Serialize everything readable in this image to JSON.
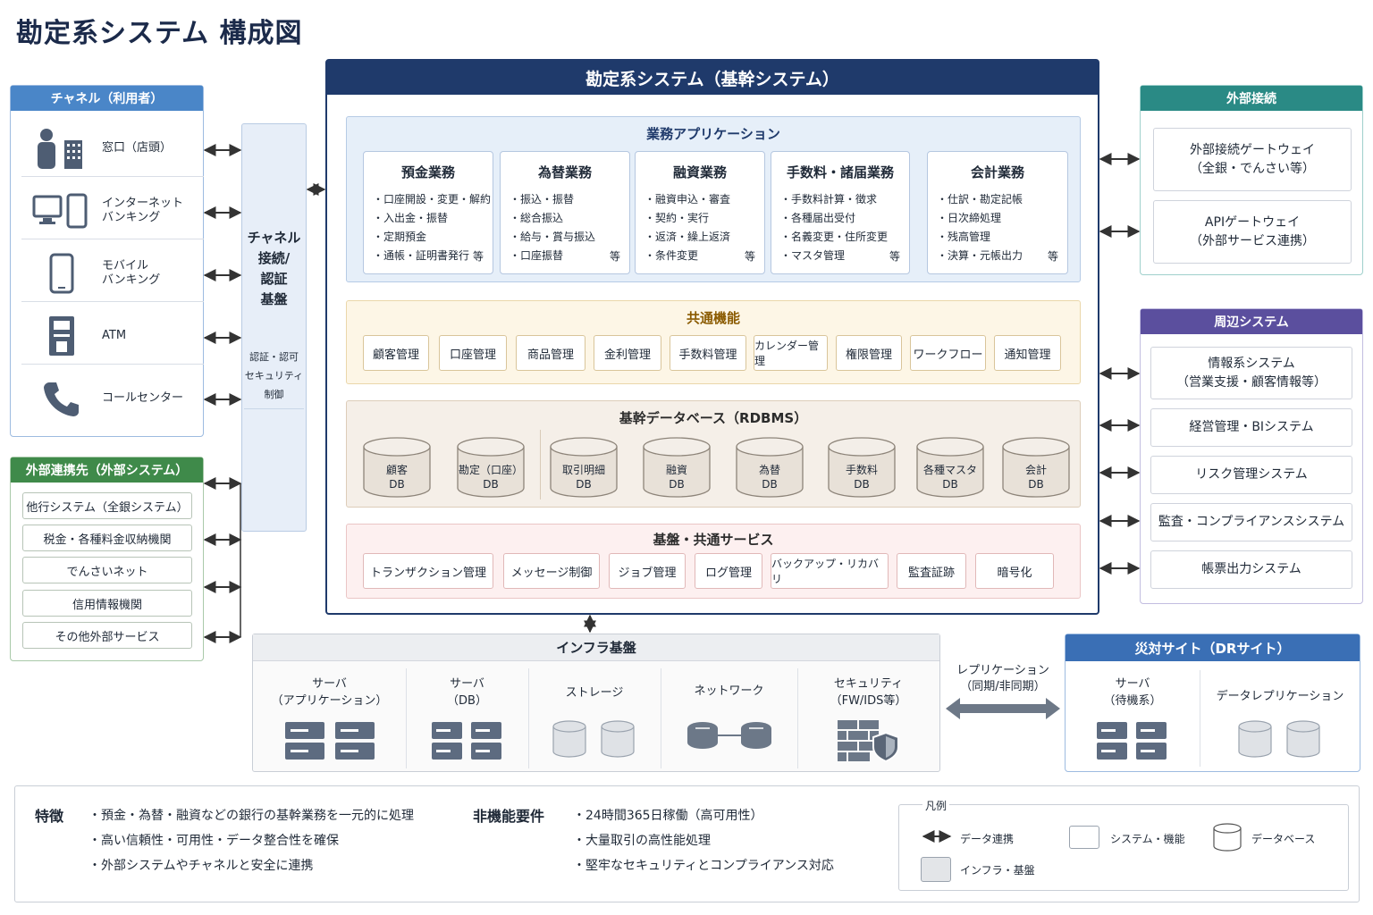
{
  "title": "勘定系システム 構成図",
  "main": {
    "header": "勘定系システム（基幹システム）",
    "apps": {
      "title": "業務アプリケーション",
      "boxes": [
        {
          "title": "預金業務",
          "items": [
            "・口座開設・変更・解約",
            "・入出金・振替",
            "・定期預金",
            "・通帳・証明書発行"
          ],
          "etc": "等"
        },
        {
          "title": "為替業務",
          "items": [
            "・振込・振替",
            "・総合振込",
            "・給与・賞与振込",
            "・口座振替"
          ],
          "etc": "等"
        },
        {
          "title": "融資業務",
          "items": [
            "・融資申込・審査",
            "・契約・実行",
            "・返済・繰上返済",
            "・条件変更"
          ],
          "etc": "等"
        },
        {
          "title": "手数料・諸届業務",
          "items": [
            "・手数料計算・徴求",
            "・各種届出受付",
            "・名義変更・住所変更",
            "・マスタ管理"
          ],
          "etc": "等"
        },
        {
          "title": "会計業務",
          "items": [
            "・仕訳・勘定記帳",
            "・日次締処理",
            "・残高管理",
            "・決算・元帳出力"
          ],
          "etc": "等"
        }
      ]
    },
    "common": {
      "title": "共通機能",
      "items": [
        "顧客管理",
        "口座管理",
        "商品管理",
        "金利管理",
        "手数料管理",
        "カレンダー管理",
        "権限管理",
        "ワークフロー",
        "通知管理"
      ]
    },
    "db": {
      "title": "基幹データベース（RDBMS）",
      "items": [
        "顧客\nDB",
        "勘定（口座）\nDB",
        "取引明細\nDB",
        "融資\nDB",
        "為替\nDB",
        "手数料\nDB",
        "各種マスタ\nDB",
        "会計\nDB"
      ]
    },
    "platform": {
      "title": "基盤・共通サービス",
      "items": [
        "トランザクション管理",
        "メッセージ制御",
        "ジョブ管理",
        "ログ管理",
        "バックアップ・リカバリ",
        "監査証跡",
        "暗号化"
      ]
    }
  },
  "channels": {
    "header": "チャネル（利用者）",
    "items": [
      {
        "label": "窓口（店頭）",
        "icon": "person-branch-icon"
      },
      {
        "label": "インターネット\nバンキング",
        "icon": "pc-tablet-icon"
      },
      {
        "label": "モバイル\nバンキング",
        "icon": "smartphone-icon"
      },
      {
        "label": "ATM",
        "icon": "atm-icon"
      },
      {
        "label": "コールセンター",
        "icon": "phone-icon"
      }
    ]
  },
  "gateway": {
    "title": "チャネル\n接続/\n認証\n基盤",
    "sub": "認証・認可\nセキュリティ\n制御"
  },
  "external_partners": {
    "header": "外部連携先（外部システム）",
    "items": [
      "他行システム（全銀システム）",
      "税金・各種料金収納機関",
      "でんさいネット",
      "信用情報機関",
      "その他外部サービス"
    ]
  },
  "external_connect": {
    "header": "外部接続",
    "items": [
      "外部接続ゲートウェイ\n（全銀・でんさい等）",
      "APIゲートウェイ\n（外部サービス連携）"
    ]
  },
  "peripheral": {
    "header": "周辺システム",
    "items": [
      "情報系システム\n（営業支援・顧客情報等）",
      "経営管理・BIシステム",
      "リスク管理システム",
      "監査・コンプライアンスシステム",
      "帳票出力システム"
    ]
  },
  "infra": {
    "title": "インフラ基盤",
    "items": [
      "サーバ\n（アプリケーション）",
      "サーバ\n（DB）",
      "ストレージ",
      "ネットワーク",
      "セキュリティ\n（FW/IDS等）"
    ]
  },
  "replication": {
    "label": "レプリケーション\n（同期/非同期）"
  },
  "dr": {
    "title": "災対サイト（DRサイト）",
    "items": [
      "サーバ\n（待機系）",
      "データレプリケーション"
    ]
  },
  "features": {
    "title": "特徴",
    "items": [
      "・預金・為替・融資などの銀行の基幹業務を一元的に処理",
      "・高い信頼性・可用性・データ整合性を確保",
      "・外部システムやチャネルと安全に連携"
    ]
  },
  "nonfunc": {
    "title": "非機能要件",
    "items": [
      "・24時間365日稼働（高可用性）",
      "・大量取引の高性能処理",
      "・堅牢なセキュリティとコンプライアンス対応"
    ]
  },
  "legend": {
    "title": "凡例",
    "data_link": "データ連携",
    "system": "システム・機能",
    "database": "データベース",
    "infra": "インフラ・基盤"
  },
  "colors": {
    "navy": "#1f3a6b",
    "channel_blue": "#4a86c8",
    "green": "#3f8a4a",
    "teal": "#2a8a85",
    "purple": "#5b4f9e",
    "dr_blue": "#3a6fb5"
  }
}
